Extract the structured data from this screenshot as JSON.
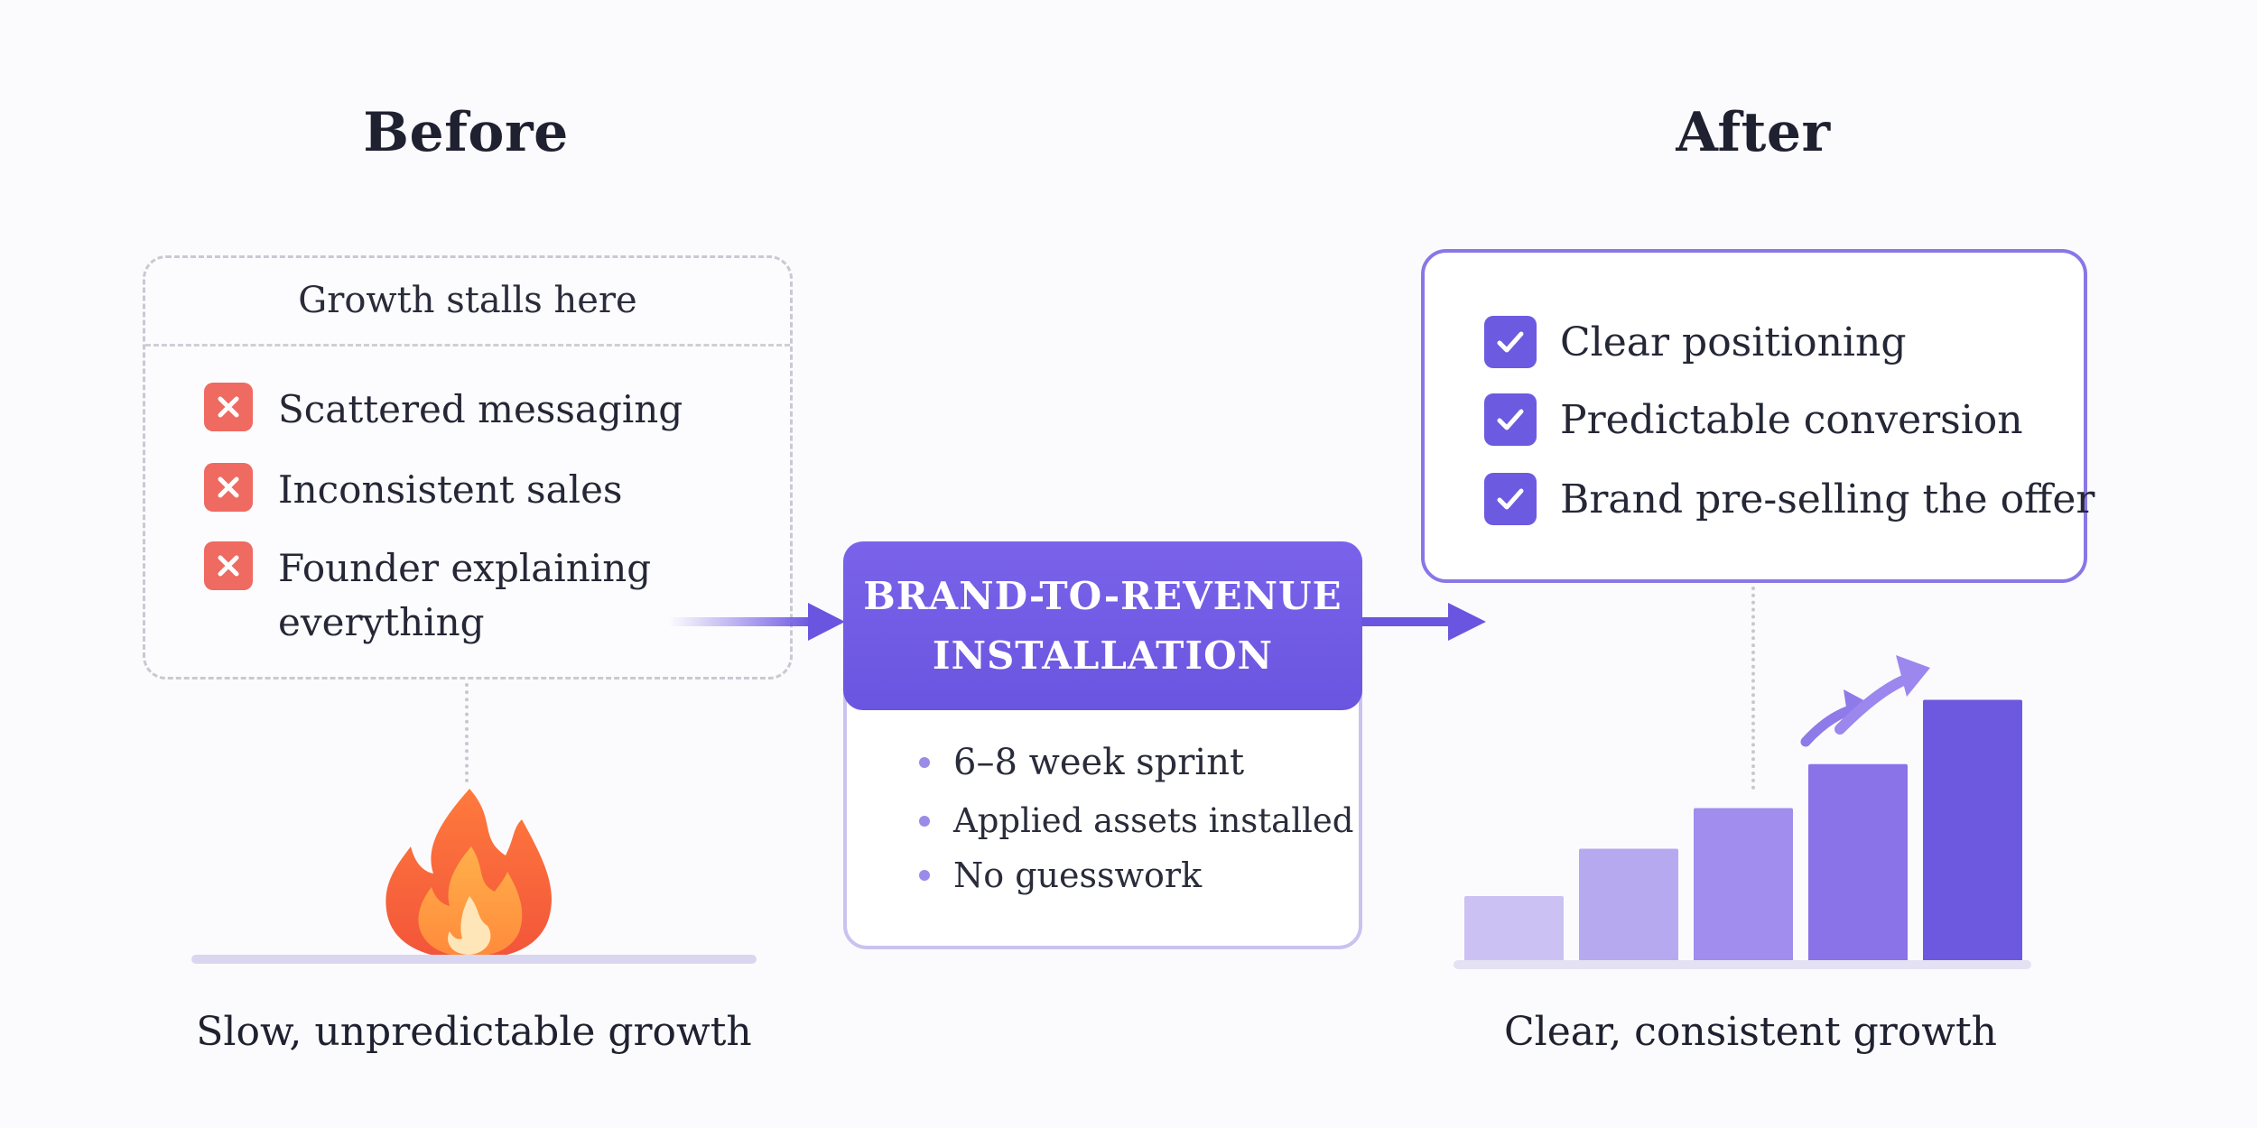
{
  "before": {
    "heading": "Before",
    "box_title": "Growth stalls here",
    "problems": [
      {
        "line1": "Scattered messaging",
        "line2": ""
      },
      {
        "line1": "Inconsistent sales",
        "line2": ""
      },
      {
        "line1": "Founder explaining",
        "line2": "everything"
      }
    ],
    "caption": "Slow, unpredictable growth"
  },
  "center": {
    "title_line1": "BRAND-TO-REVENUE",
    "title_line2": "INSTALLATION",
    "bullets": [
      "6–8 week sprint",
      "Applied assets installed",
      "No guesswork"
    ]
  },
  "after": {
    "heading": "After",
    "benefits": [
      "Clear positioning",
      "Predictable conversion",
      "Brand pre-selling the offer"
    ],
    "caption": "Clear, consistent growth"
  },
  "colors": {
    "accent": "#6c5ae0",
    "problem": "#ef6a61",
    "bar_colors": [
      "#cbc2f3",
      "#b6a9f0",
      "#a08ded",
      "#8a72e8",
      "#6d58e0"
    ]
  },
  "icons": [
    "x-icon",
    "check-icon",
    "fire-icon",
    "arrow-right-icon",
    "trend-arrow-icon"
  ],
  "chart_data": {
    "type": "bar",
    "categories": [
      "",
      "",
      "",
      "",
      ""
    ],
    "values": [
      1,
      1.7,
      2.3,
      2.95,
      3.9
    ],
    "ylim": [
      0,
      4
    ],
    "title": "",
    "xlabel": "",
    "ylabel": ""
  }
}
